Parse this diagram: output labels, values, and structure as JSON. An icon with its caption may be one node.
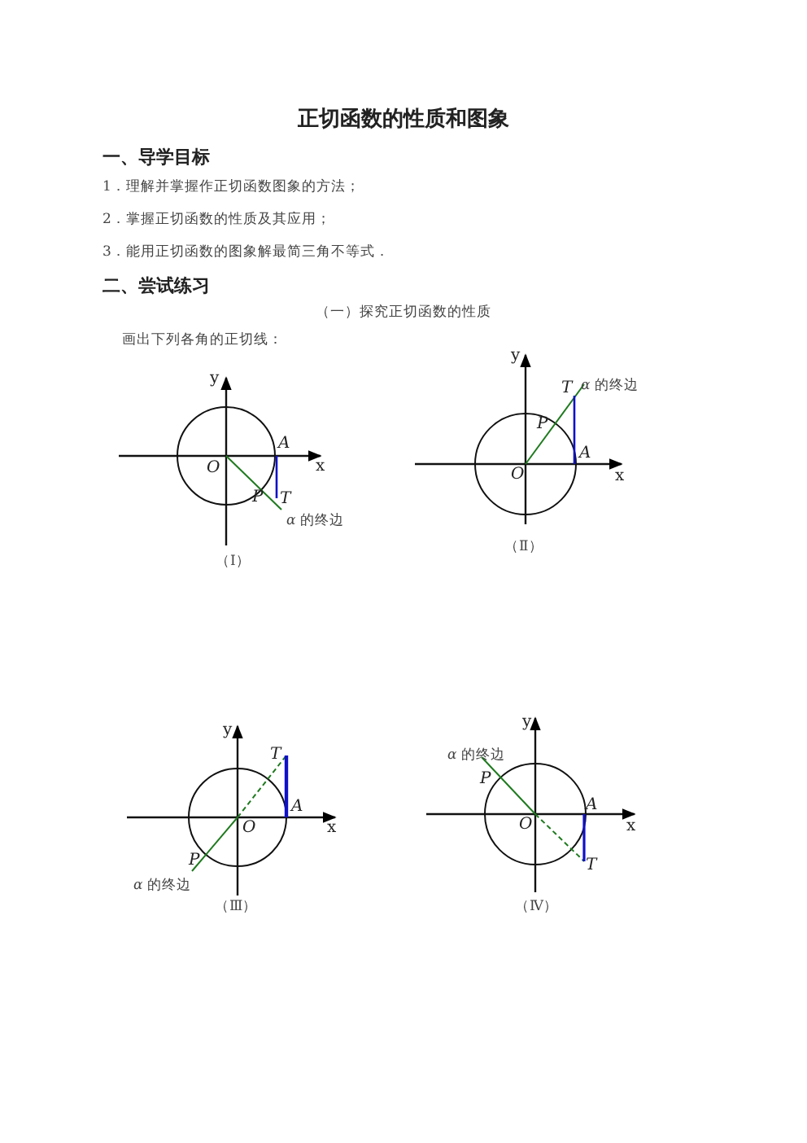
{
  "diagram": {
    "title": "正切函数的性质和图象",
    "labels": [
      "一、导学目标",
      "1．理解并掌握作正切函数图象的方法；",
      "2．掌握正切函数的性质及其应用；",
      "3．能用正切函数的图象解最简三角不等式．",
      "二、尝试练习",
      "（一）探究正切函数的性质",
      "画出下列各角的正切线：",
      "y",
      "A",
      "O",
      "x",
      "P",
      "T",
      "*α* 的终边",
      "（Ⅰ）",
      "y",
      "T",
      "*α* 的终边",
      "P",
      "A",
      "O",
      "x",
      "（Ⅱ）",
      "y",
      "T",
      "A",
      "O",
      "x",
      "P",
      "*α* 的终边",
      "（Ⅲ）",
      "y",
      "*α* 的终边",
      "P",
      "A",
      "O",
      "x",
      "T",
      "（Ⅳ）"
    ]
  }
}
